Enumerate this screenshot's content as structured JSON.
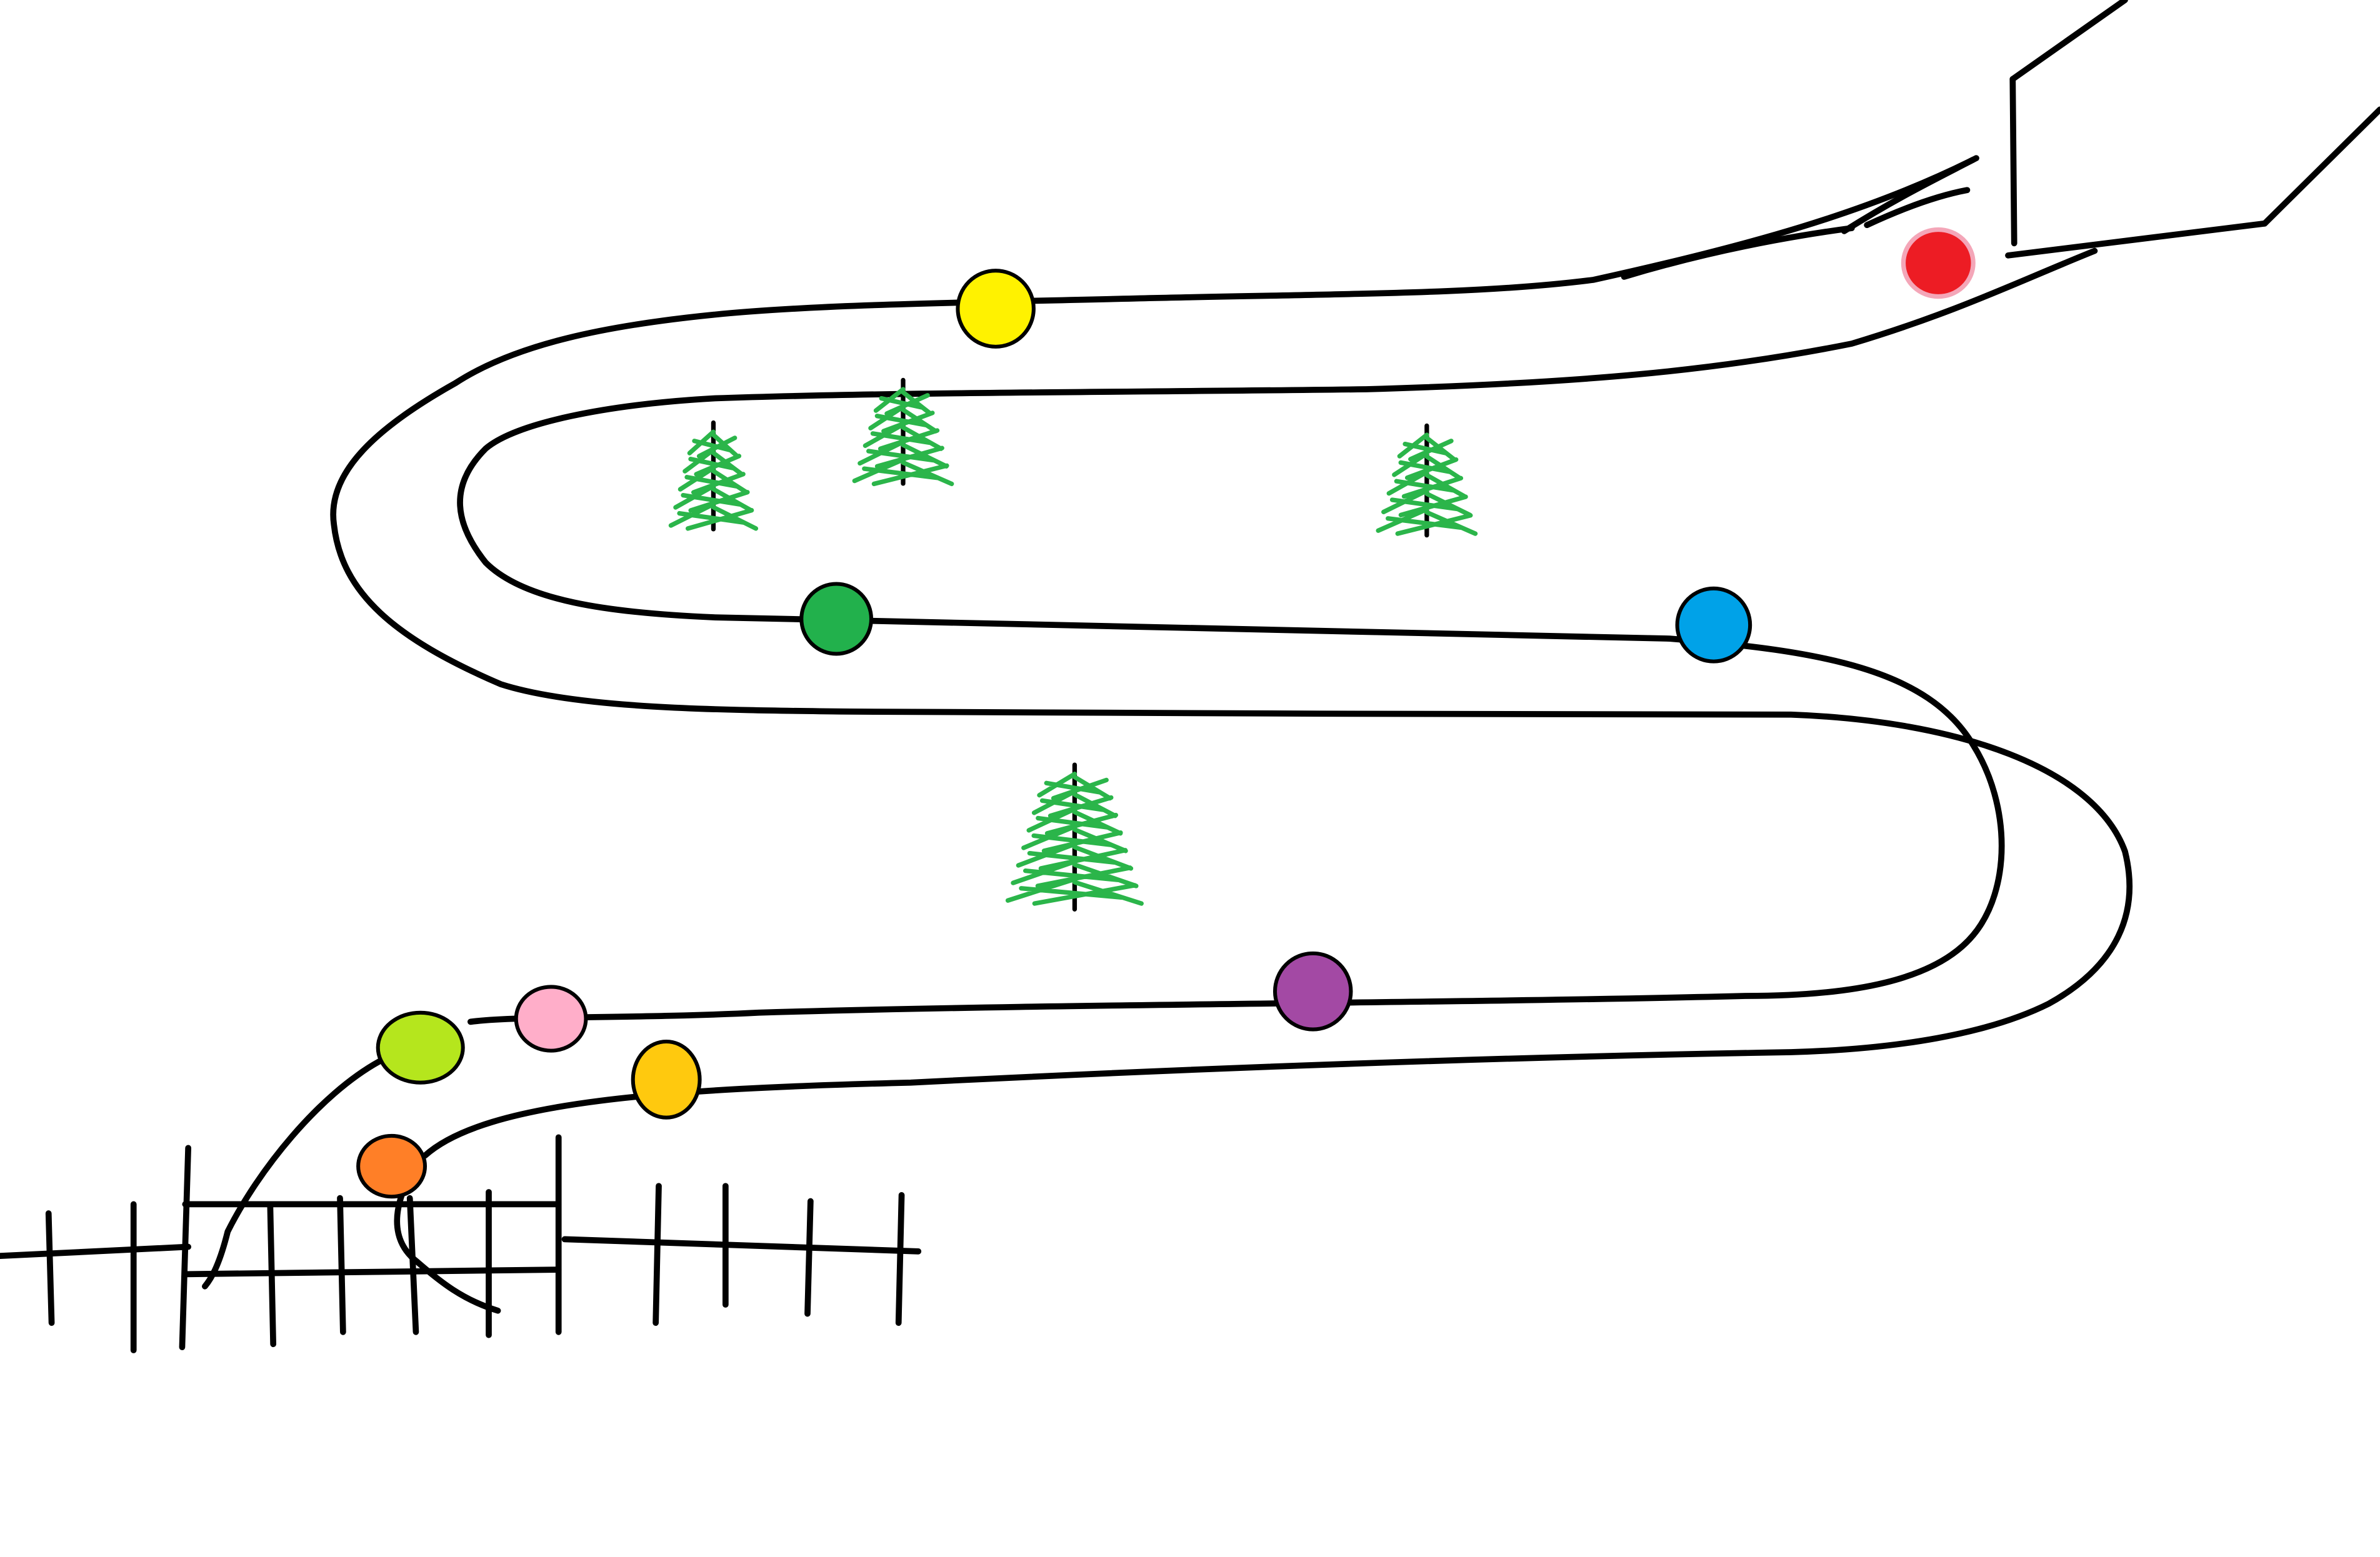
{
  "colors": {
    "background": "#ffffff",
    "ink": "#000000",
    "tree": "#2bb54a"
  },
  "markers": [
    {
      "name": "red",
      "color": "#ed1c24",
      "outline": "#f4a6b8"
    },
    {
      "name": "yellow",
      "color": "#fff200",
      "outline": "#000000"
    },
    {
      "name": "green",
      "color": "#22b14c",
      "outline": "#000000"
    },
    {
      "name": "blue",
      "color": "#00a2e8",
      "outline": "#000000"
    },
    {
      "name": "purple",
      "color": "#a349a4",
      "outline": "#000000"
    },
    {
      "name": "pink",
      "color": "#ffaec9",
      "outline": "#000000"
    },
    {
      "name": "lime",
      "color": "#b5e61d",
      "outline": "#000000"
    },
    {
      "name": "gold",
      "color": "#ffc90e",
      "outline": "#000000"
    },
    {
      "name": "orange",
      "color": "#ff7f27",
      "outline": "#000000"
    }
  ],
  "trees": [
    {
      "name": "tree-1"
    },
    {
      "name": "tree-2"
    },
    {
      "name": "tree-3"
    },
    {
      "name": "tree-4"
    }
  ]
}
